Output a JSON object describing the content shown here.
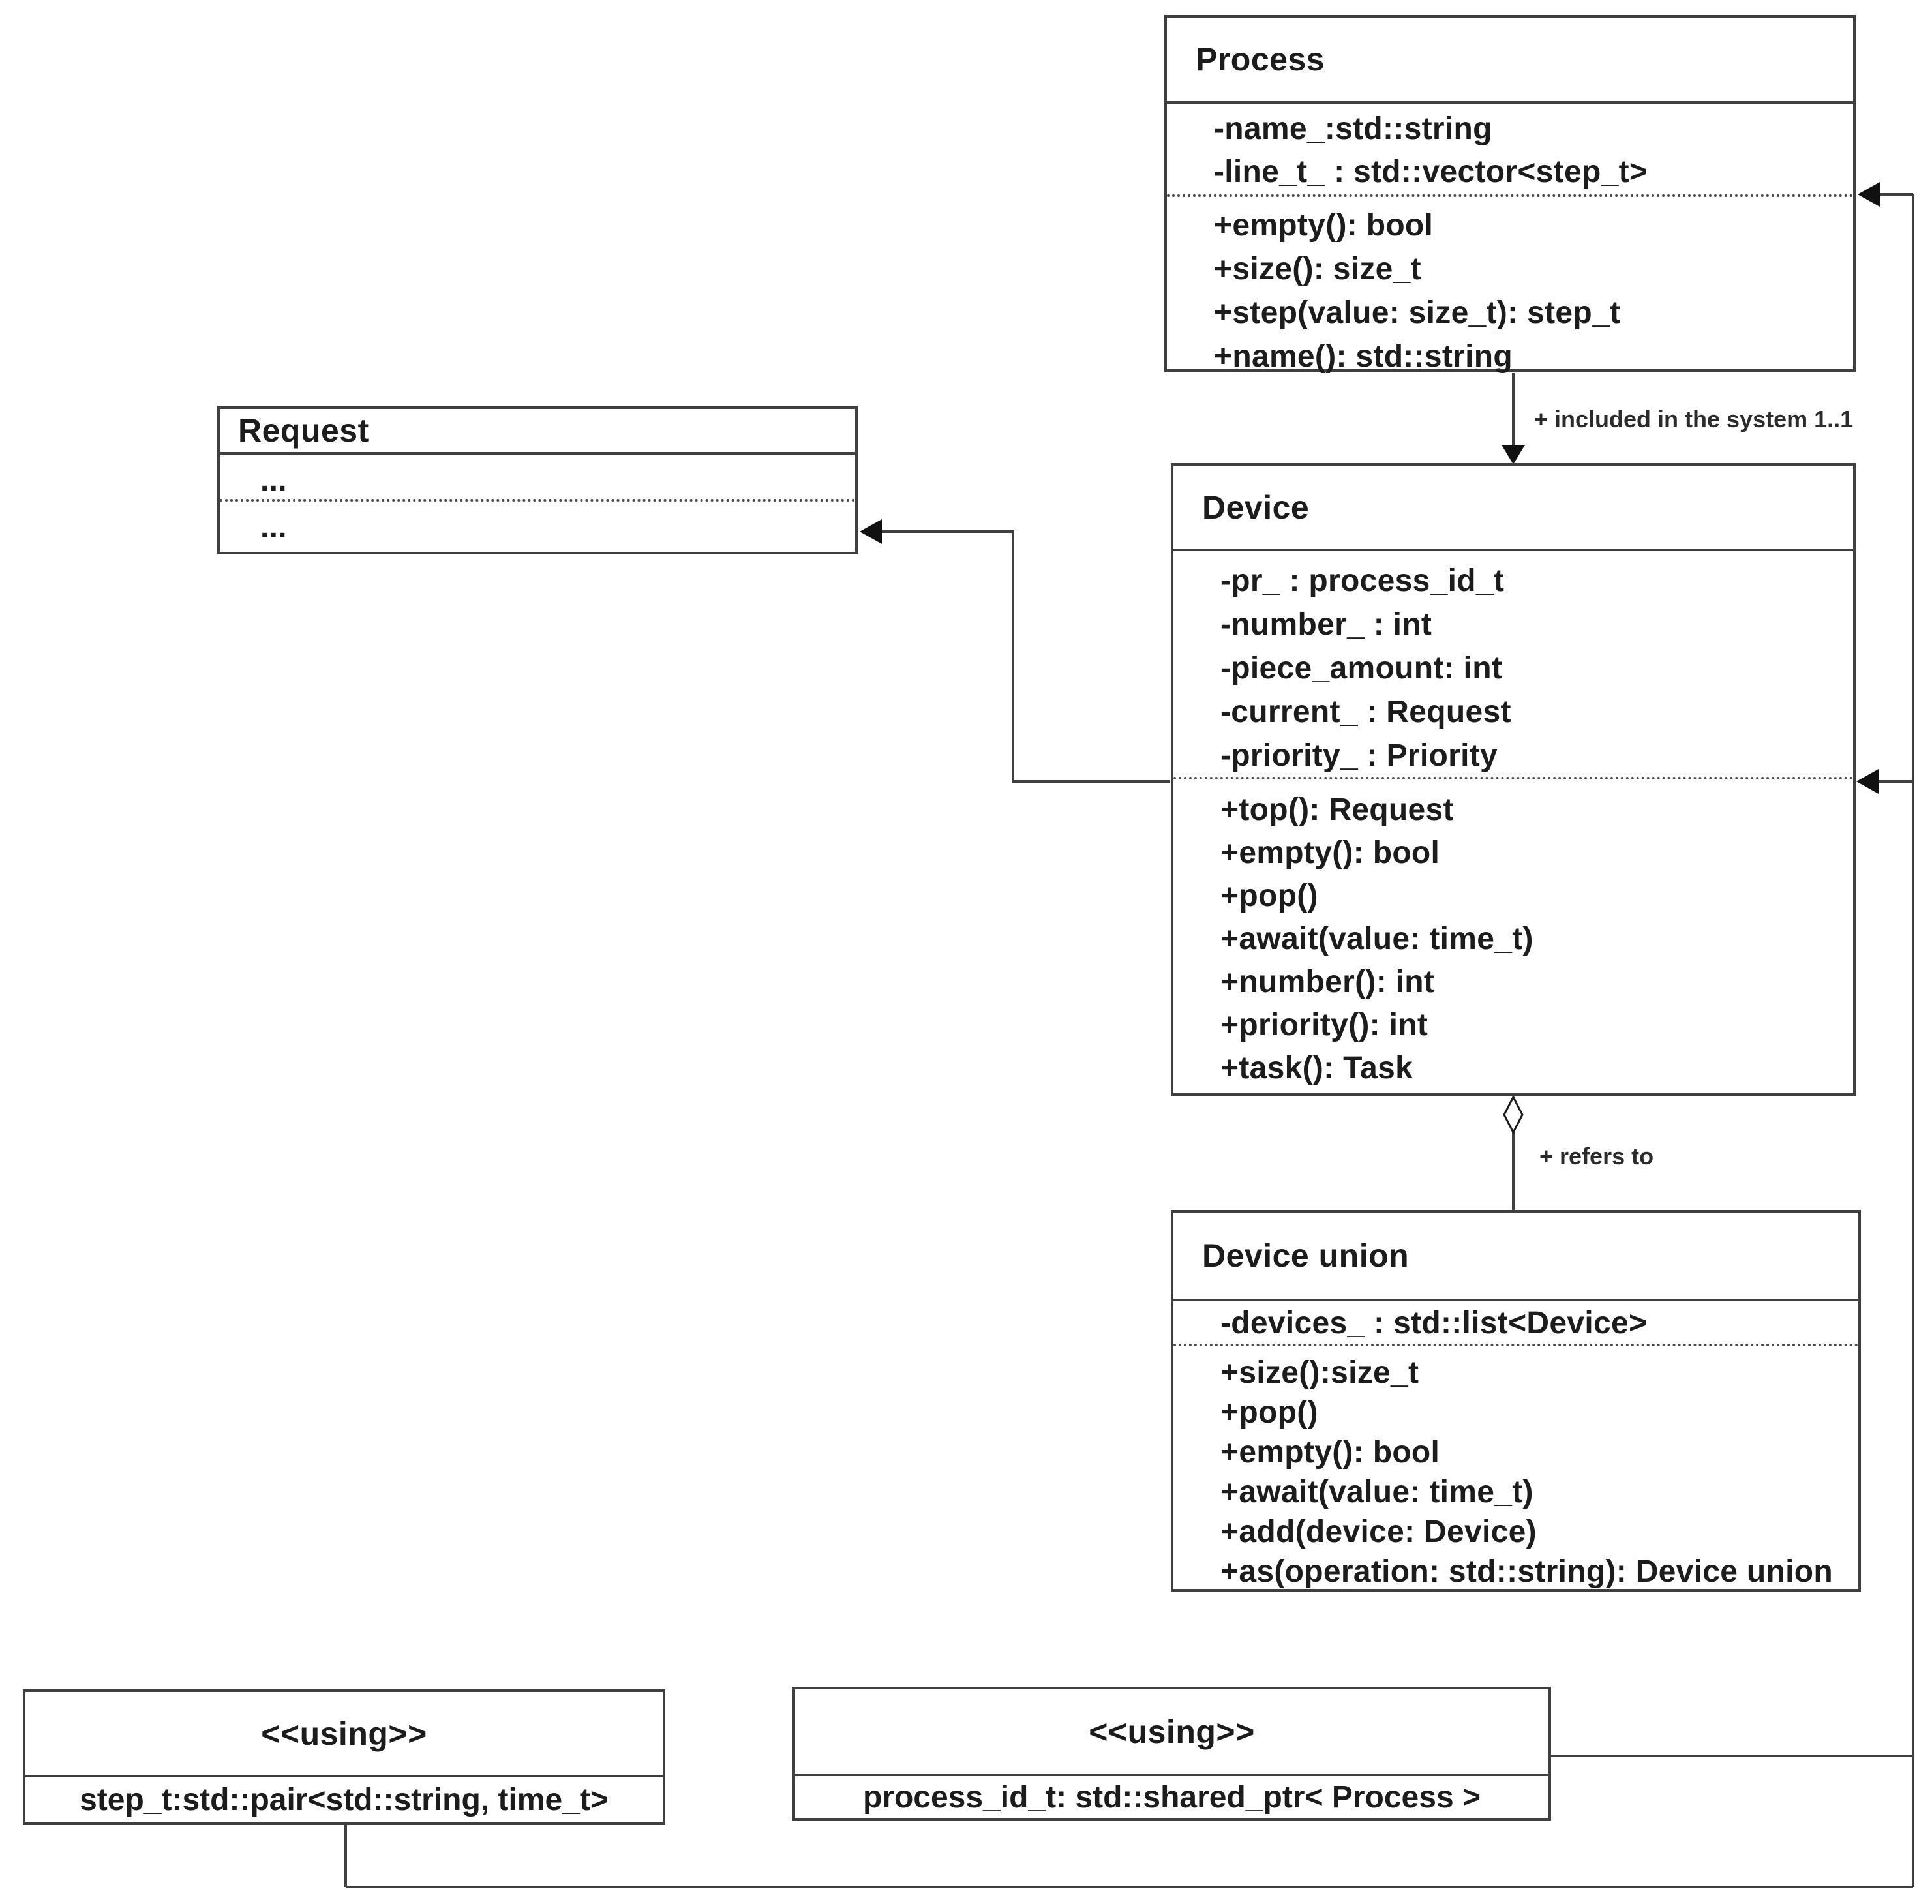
{
  "diagram": {
    "classes": {
      "process": {
        "title": "Process",
        "attributes": [
          "-name_:std::string",
          "-line_t_ : std::vector<step_t>"
        ],
        "methods": [
          "+empty(): bool",
          "+size(): size_t",
          "+step(value: size_t): step_t",
          "+name():  std::string"
        ]
      },
      "request": {
        "title": "Request",
        "attributes": [
          "..."
        ],
        "methods": [
          "..."
        ]
      },
      "device": {
        "title": "Device",
        "attributes": [
          "-pr_ : process_id_t",
          "-number_ : int",
          "-piece_amount: int",
          "-current_ : Request",
          "-priority_ : Priority"
        ],
        "methods": [
          "+top(): Request",
          "+empty(): bool",
          "+pop()",
          "+await(value: time_t)",
          "+number(): int",
          "+priority(): int",
          "+task(): Task"
        ]
      },
      "device_union": {
        "title": "Device union",
        "attributes": [
          "-devices_ : std::list<Device>"
        ],
        "methods": [
          "+size():size_t",
          "+pop()",
          "+empty(): bool",
          "+await(value: time_t)",
          "+add(device: Device)",
          "+as(operation:  std::string): Device union"
        ]
      },
      "using_step": {
        "title": "<<using>>",
        "body": "step_t:std::pair<std::string, time_t>"
      },
      "using_process_id": {
        "title": "<<using>>",
        "body": "process_id_t: std::shared_ptr< Process >"
      }
    },
    "edge_labels": {
      "included_in_system": "+ included in the system 1..1",
      "refers_to": "+ refers to"
    },
    "colors": {
      "line": "#3f3f3f",
      "arrow_fill": "#111111",
      "background": "#ffffff"
    }
  }
}
